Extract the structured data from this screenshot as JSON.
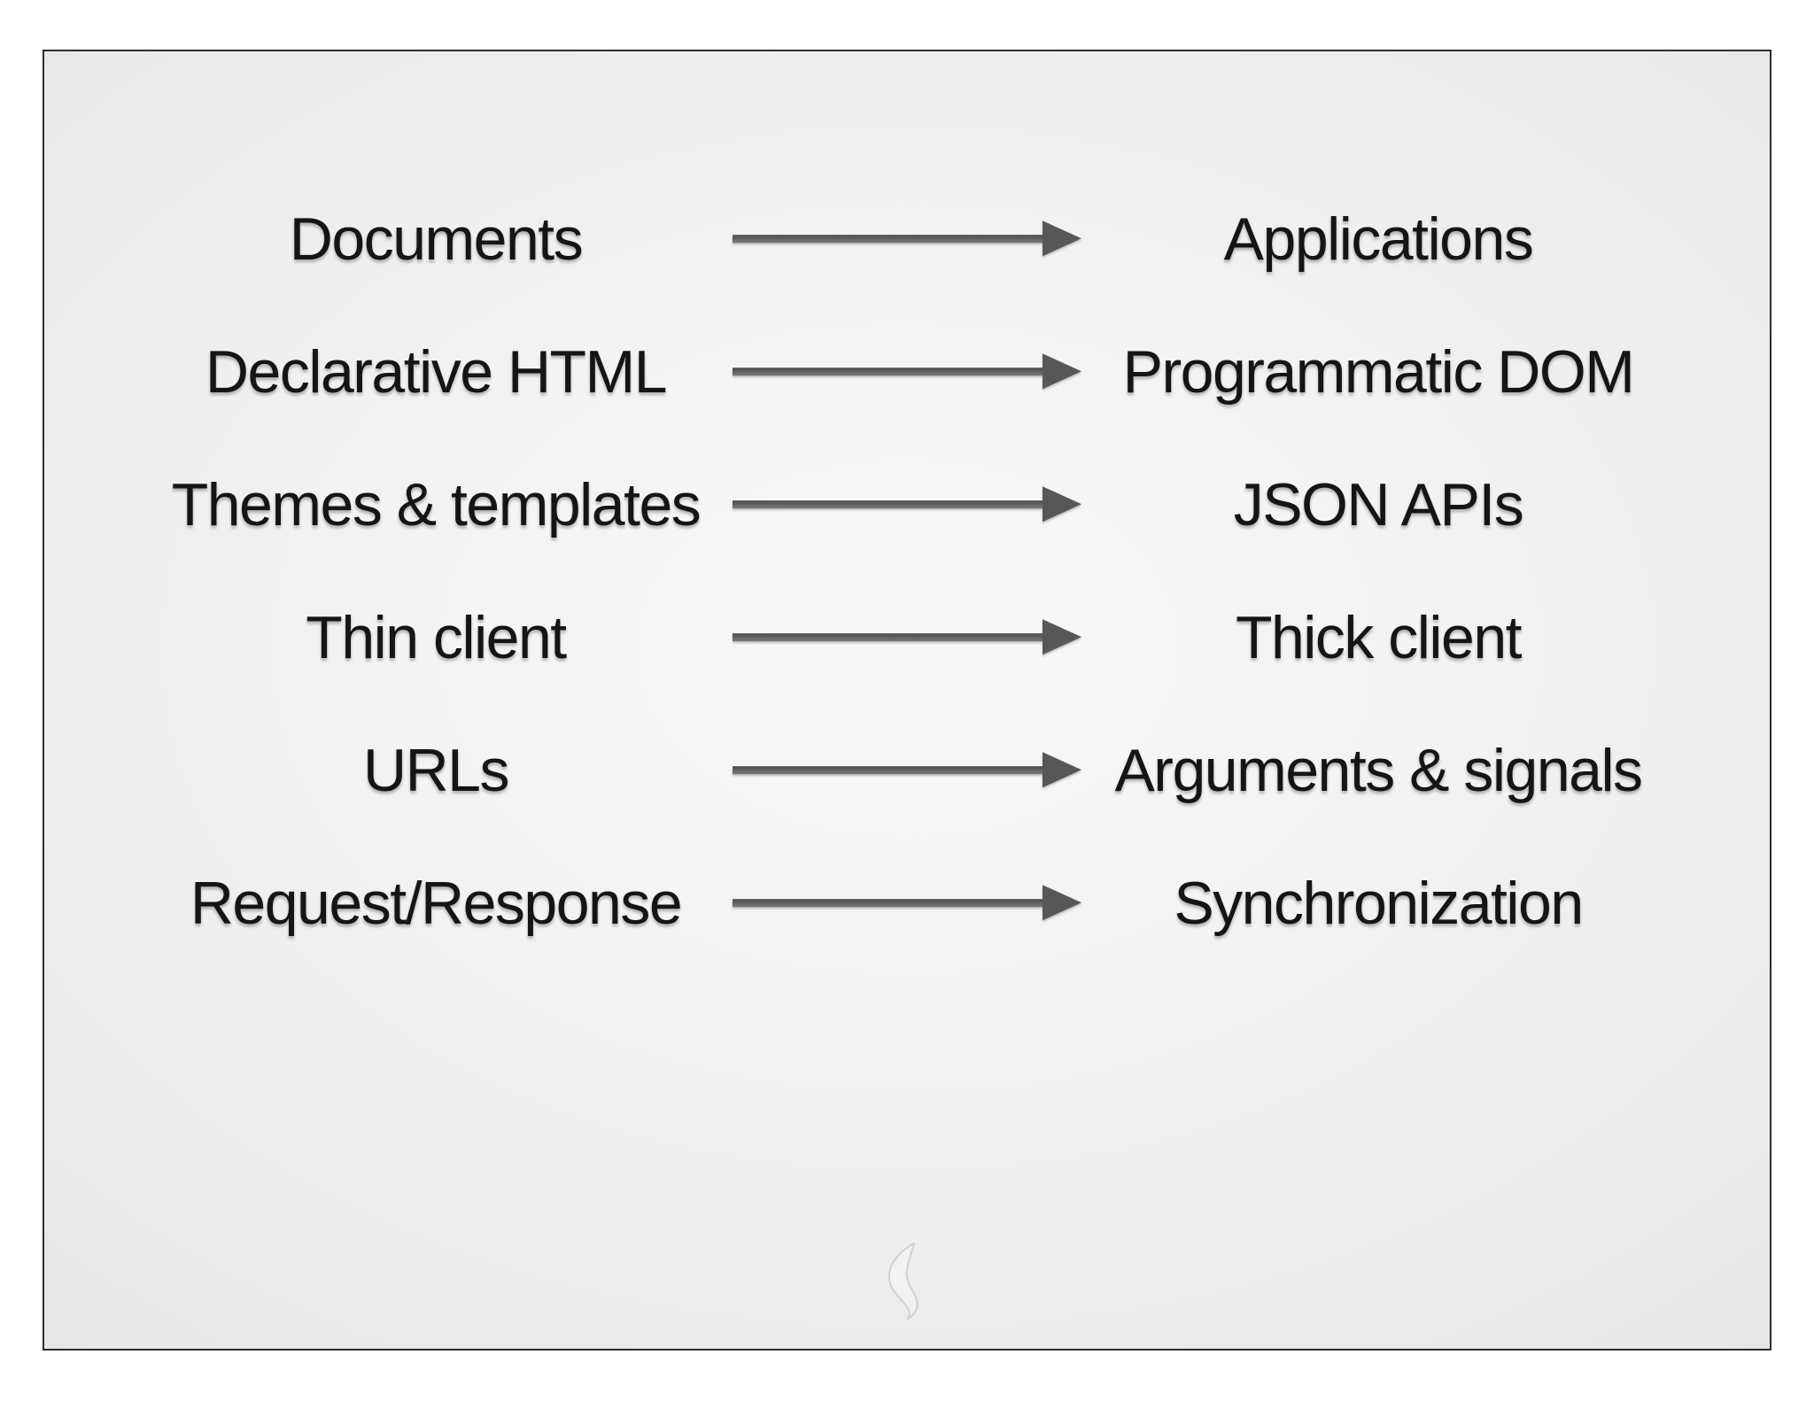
{
  "slide": {
    "rows": [
      {
        "left": "Documents",
        "right": "Applications"
      },
      {
        "left": "Declarative HTML",
        "right": "Programmatic DOM"
      },
      {
        "left": "Themes & templates",
        "right": "JSON APIs"
      },
      {
        "left": "Thin client",
        "right": "Thick client"
      },
      {
        "left": "URLs",
        "right": "Arguments & signals"
      },
      {
        "left": "Request/Response",
        "right": "Synchronization"
      }
    ],
    "icons": {
      "row_connector": "right-arrow",
      "watermark": "flame-swirl"
    },
    "colors": {
      "text": "#151515",
      "arrow": "#575757",
      "slide_border": "#2d2d2d",
      "slide_background": "#efefef",
      "page_background": "#ffffff",
      "watermark_stroke": "#cccccc"
    }
  }
}
